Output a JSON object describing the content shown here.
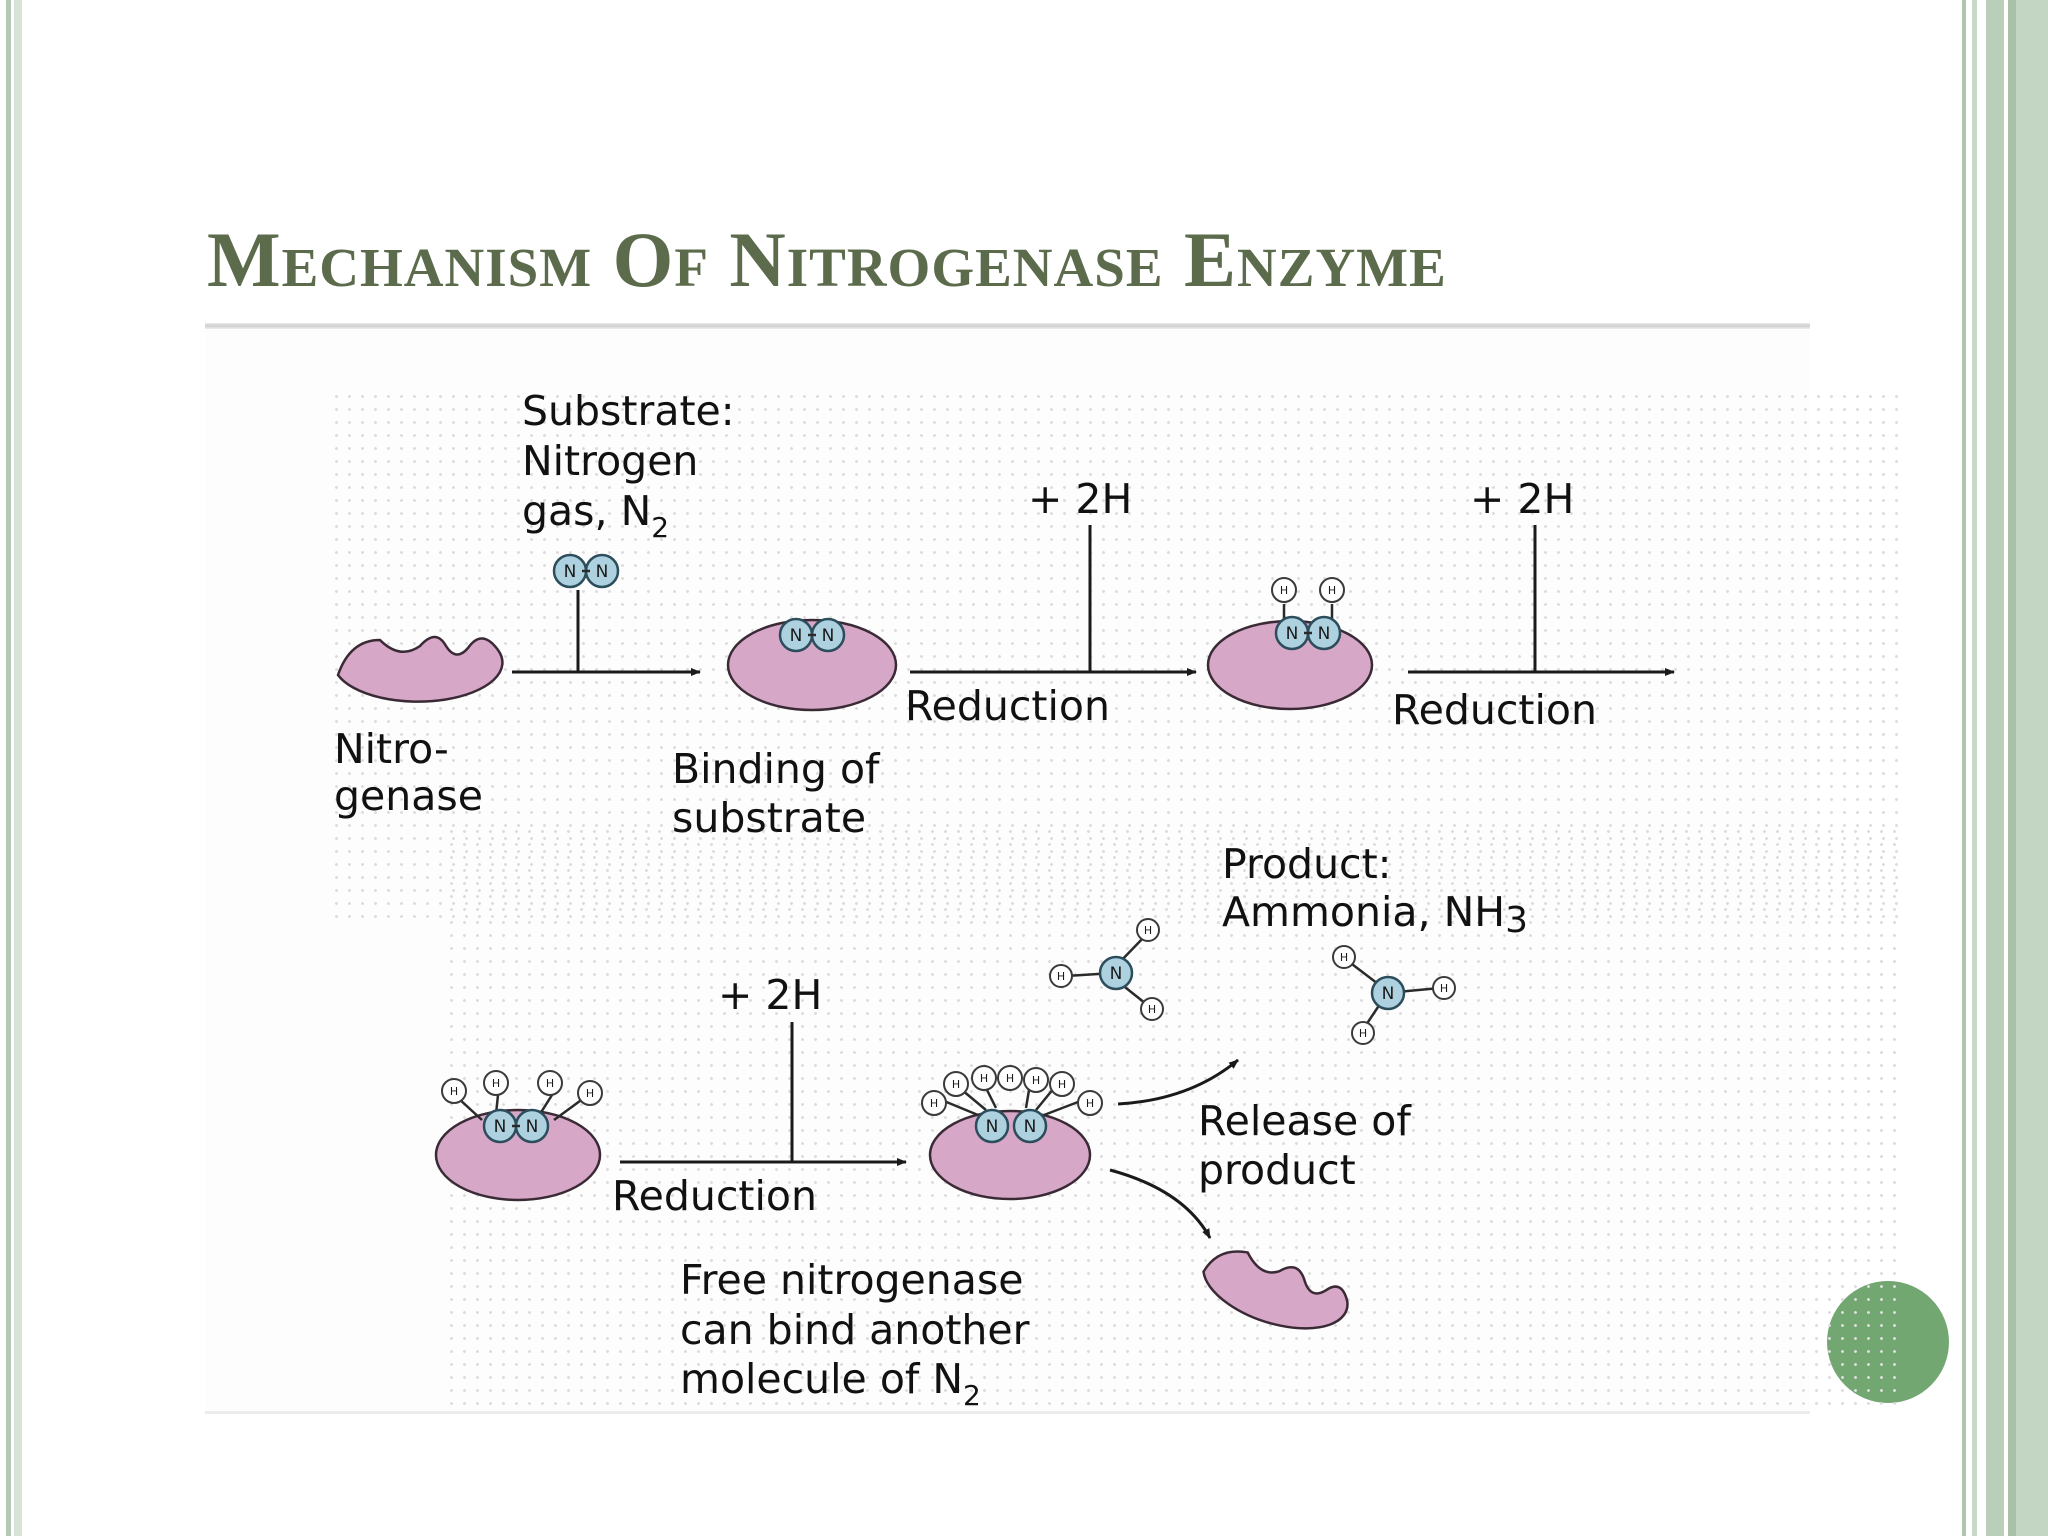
{
  "slide": {
    "title": "Mechanism Of Nitrogenase Enzyme"
  },
  "diagram": {
    "substrate_label": [
      "Substrate:",
      "Nitrogen",
      "gas, N",
      "2"
    ],
    "nitrogenase_label": [
      "Nitro-",
      "genase"
    ],
    "binding_label": [
      "Binding of",
      "substrate"
    ],
    "reduction_1": "Reduction",
    "reduction_2": "Reduction",
    "reduction_3": "Reduction",
    "plus_2h_1": "+ 2H",
    "plus_2h_2": "+ 2H",
    "plus_2h_3": "+ 2H",
    "product_label": [
      "Product:",
      "Ammonia, NH",
      "3"
    ],
    "release_label": [
      "Release of",
      "product"
    ],
    "free_label": [
      "Free nitrogenase",
      "can bind another",
      "molecule of N",
      "2"
    ],
    "atom_n": "N",
    "atom_h": "H"
  },
  "colors": {
    "title": "#5b6b4b",
    "enzyme": "#d6a7c6",
    "nitrogen_atom": "#aed1e0",
    "accent_circle": "#72a772",
    "frame": "#b9cfb9"
  }
}
